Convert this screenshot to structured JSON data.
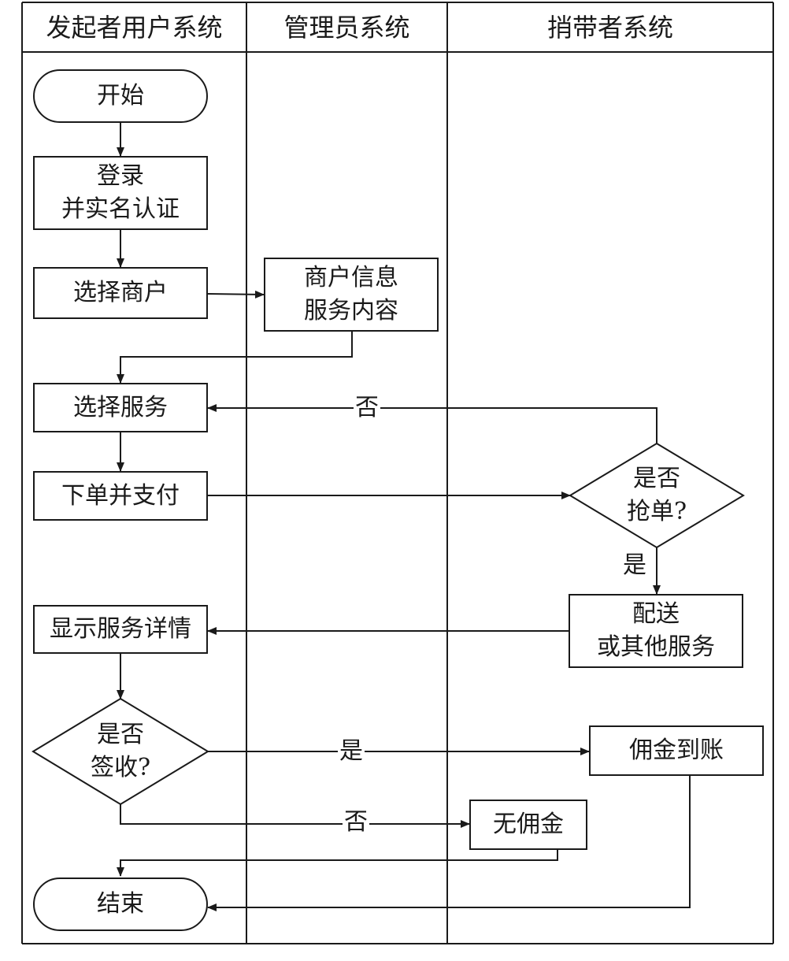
{
  "lanes": [
    {
      "id": "initiator",
      "title": "发起者用户系统"
    },
    {
      "id": "admin",
      "title": "管理员系统"
    },
    {
      "id": "carrier",
      "title": "捎带者系统"
    }
  ],
  "nodes": {
    "start": {
      "lines": [
        "开始"
      ],
      "shape": "terminal"
    },
    "login": {
      "lines": [
        "登录",
        "并实名认证"
      ],
      "shape": "process"
    },
    "choose_merchant": {
      "lines": [
        "选择商户"
      ],
      "shape": "process"
    },
    "merchant_info": {
      "lines": [
        "商户信息",
        "服务内容"
      ],
      "shape": "process"
    },
    "choose_service": {
      "lines": [
        "选择服务"
      ],
      "shape": "process"
    },
    "order_pay": {
      "lines": [
        "下单并支付"
      ],
      "shape": "process"
    },
    "grab_decision": {
      "lines": [
        "是否",
        "抢单?"
      ],
      "shape": "decision"
    },
    "delivery": {
      "lines": [
        "配送",
        "或其他服务"
      ],
      "shape": "process"
    },
    "show_details": {
      "lines": [
        "显示服务详情"
      ],
      "shape": "process"
    },
    "sign_decision": {
      "lines": [
        "是否",
        "签收?"
      ],
      "shape": "decision"
    },
    "commission": {
      "lines": [
        "佣金到账"
      ],
      "shape": "process"
    },
    "no_commission": {
      "lines": [
        "无佣金"
      ],
      "shape": "process"
    },
    "end": {
      "lines": [
        "结束"
      ],
      "shape": "terminal"
    }
  },
  "edge_labels": {
    "grab_no": "否",
    "grab_yes": "是",
    "sign_yes": "是",
    "sign_no": "否"
  }
}
